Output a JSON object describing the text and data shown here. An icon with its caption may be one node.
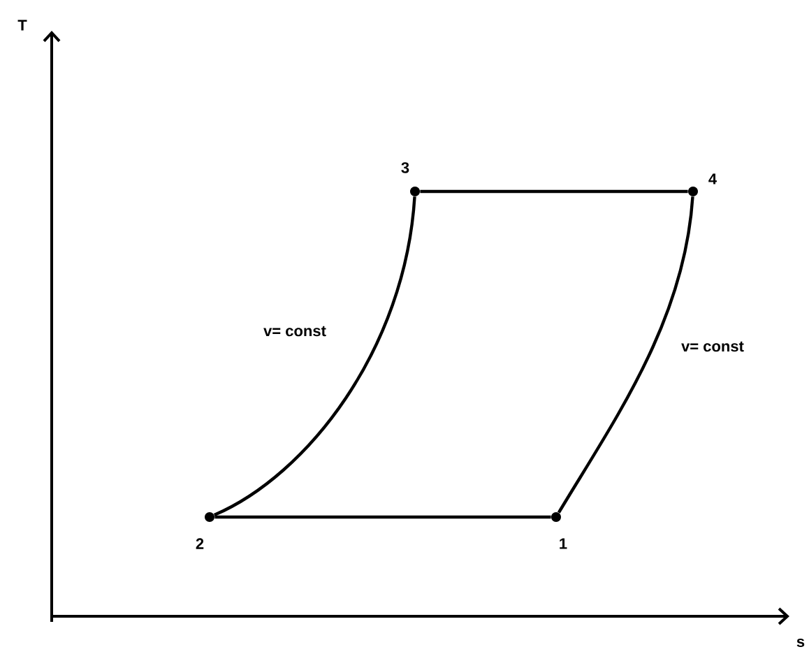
{
  "diagram": {
    "nodes": [
      {
        "text": [],
        "shape": "circle",
        "beside": [
          "1"
        ]
      },
      {
        "text": [],
        "shape": "circle",
        "beside": [
          "2"
        ]
      },
      {
        "text": [],
        "shape": "circle",
        "beside": [
          "3"
        ]
      },
      {
        "text": [],
        "shape": "circle",
        "beside": [
          "4"
        ]
      }
    ],
    "edges": [
      {
        "from": 0,
        "to": 1,
        "arrow": "none"
      },
      {
        "from": 1,
        "to": 2,
        "arrow": "none",
        "label": "v= const"
      },
      {
        "from": 2,
        "to": 3,
        "arrow": "none"
      },
      {
        "from": 3,
        "to": 0,
        "arrow": "none",
        "label": "v= const"
      }
    ],
    "labels": [
      "T",
      "s"
    ]
  }
}
